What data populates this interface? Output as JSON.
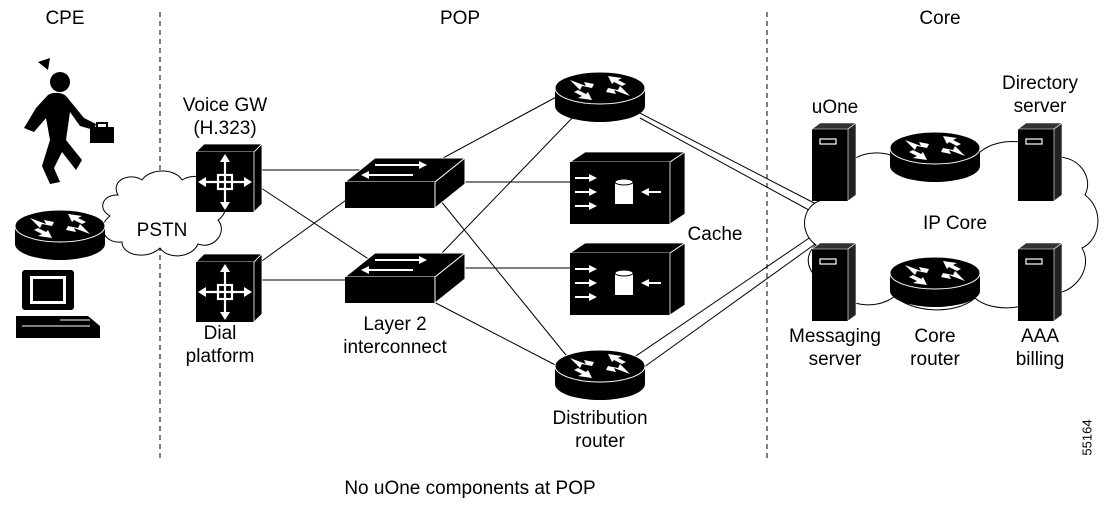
{
  "sections": {
    "cpe": "CPE",
    "pop": "POP",
    "core": "Core"
  },
  "labels": {
    "pstn": "PSTN",
    "voice_gw_line1": "Voice GW",
    "voice_gw_line2": "(H.323)",
    "dial_line1": "Dial",
    "dial_line2": "platform",
    "layer2_line1": "Layer 2",
    "layer2_line2": "interconnect",
    "cache": "Cache",
    "dist_line1": "Distribution",
    "dist_line2": "router",
    "uone": "uOne",
    "directory_line1": "Directory",
    "directory_line2": "server",
    "ip_core": "IP Core",
    "messaging_line1": "Messaging",
    "messaging_line2": "server",
    "core_router_line1": "Core",
    "core_router_line2": "router",
    "aaa_line1": "AAA",
    "aaa_line2": "billing"
  },
  "caption": "No uOne components at POP",
  "figure_number": "55164",
  "icons": {
    "person": "running-businessman-icon",
    "cpe_router": "router-icon",
    "pc": "computer-icon",
    "voice_gw": "voice-gateway-icon",
    "dial_platform": "access-server-icon",
    "switch": "layer2-switch-icon",
    "cache": "cache-engine-icon",
    "router": "router-icon",
    "server": "server-icon",
    "cloud": "cloud-icon"
  }
}
